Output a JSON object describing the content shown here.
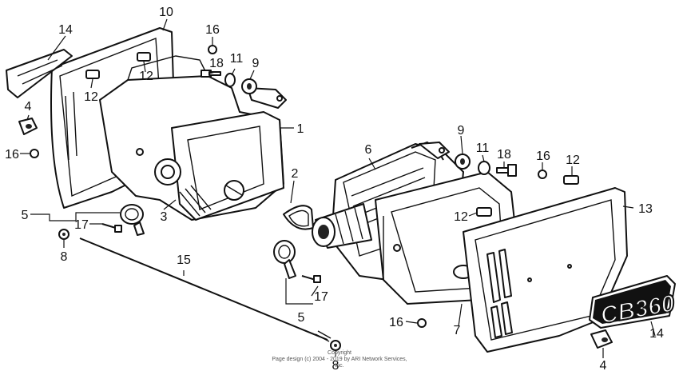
{
  "callouts": [
    "14",
    "10",
    "16",
    "18",
    "11",
    "9",
    "12",
    "12",
    "4",
    "16",
    "1",
    "3",
    "2",
    "5",
    "17",
    "8",
    "15",
    "6",
    "9",
    "11",
    "18",
    "16",
    "12",
    "13",
    "12",
    "5",
    "17",
    "7",
    "16",
    "8",
    "14",
    "4"
  ],
  "emblem": "CB360",
  "copyright": {
    "line1": "Copyright",
    "line2": "Page design (c) 2004 - 2019 by ARI Network Services, Inc."
  }
}
